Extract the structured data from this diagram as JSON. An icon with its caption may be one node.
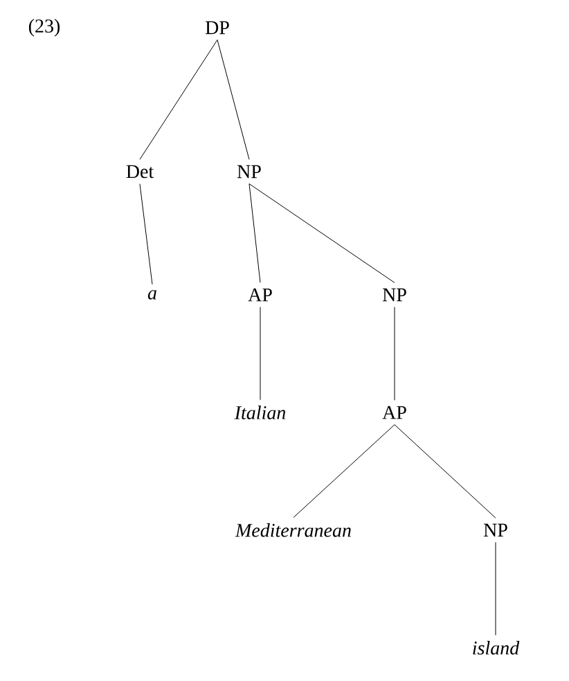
{
  "diagram": {
    "nodes": [
      {
        "text": [
          "DP"
        ]
      },
      {
        "text": [
          "Det"
        ]
      },
      {
        "text": [
          "NP"
        ]
      },
      {
        "text": [
          "a"
        ]
      },
      {
        "text": [
          "AP"
        ]
      },
      {
        "text": [
          "NP"
        ]
      },
      {
        "text": [
          "Italian"
        ]
      },
      {
        "text": [
          "AP"
        ]
      },
      {
        "text": [
          "Mediterranean"
        ]
      },
      {
        "text": [
          "NP"
        ]
      },
      {
        "text": [
          "island"
        ]
      }
    ],
    "edges": [
      {
        "from": 0,
        "to": 1,
        "arrow": "none"
      },
      {
        "from": 0,
        "to": 2,
        "arrow": "none"
      },
      {
        "from": 1,
        "to": 3,
        "arrow": "none"
      },
      {
        "from": 2,
        "to": 4,
        "arrow": "none"
      },
      {
        "from": 2,
        "to": 5,
        "arrow": "none"
      },
      {
        "from": 4,
        "to": 6,
        "arrow": "none"
      },
      {
        "from": 5,
        "to": 7,
        "arrow": "none"
      },
      {
        "from": 7,
        "to": 8,
        "arrow": "none"
      },
      {
        "from": 7,
        "to": 9,
        "arrow": "none"
      },
      {
        "from": 9,
        "to": 10,
        "arrow": "none"
      }
    ],
    "labels": [
      "(23)"
    ]
  }
}
